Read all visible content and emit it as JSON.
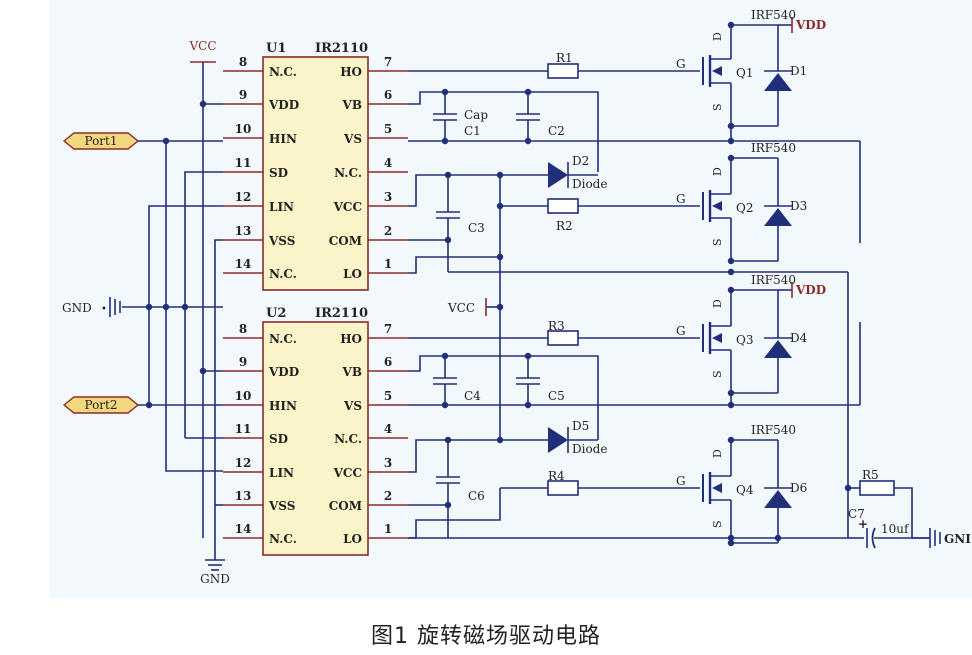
{
  "colors": {
    "background": "#f3f8fc",
    "wire": "#1f2f7a",
    "chip_fill": "#fbf4c8",
    "chip_border": "#8a2b2b",
    "pin": "#8a2b2b",
    "text": "#222222",
    "power": "#8a2b2b",
    "port_fill": "#f2d87c"
  },
  "caption": "图1 旋转磁场驱动电路",
  "chips": [
    {
      "ref": "U1",
      "part": "IR2110",
      "left_pins": [
        {
          "num": "8",
          "name": "N.C."
        },
        {
          "num": "9",
          "name": "VDD"
        },
        {
          "num": "10",
          "name": "HIN"
        },
        {
          "num": "11",
          "name": "SD"
        },
        {
          "num": "12",
          "name": "LIN"
        },
        {
          "num": "13",
          "name": "VSS"
        },
        {
          "num": "14",
          "name": "N.C."
        }
      ],
      "right_pins": [
        {
          "num": "7",
          "name": "HO"
        },
        {
          "num": "6",
          "name": "VB"
        },
        {
          "num": "5",
          "name": "VS"
        },
        {
          "num": "4",
          "name": "N.C."
        },
        {
          "num": "3",
          "name": "VCC"
        },
        {
          "num": "2",
          "name": "COM"
        },
        {
          "num": "1",
          "name": "LO"
        }
      ]
    },
    {
      "ref": "U2",
      "part": "IR2110",
      "left_pins": [
        {
          "num": "8",
          "name": "N.C."
        },
        {
          "num": "9",
          "name": "VDD"
        },
        {
          "num": "10",
          "name": "HIN"
        },
        {
          "num": "11",
          "name": "SD"
        },
        {
          "num": "12",
          "name": "LIN"
        },
        {
          "num": "13",
          "name": "VSS"
        },
        {
          "num": "14",
          "name": "N.C."
        }
      ],
      "right_pins": [
        {
          "num": "7",
          "name": "HO"
        },
        {
          "num": "6",
          "name": "VB"
        },
        {
          "num": "5",
          "name": "VS"
        },
        {
          "num": "4",
          "name": "N.C."
        },
        {
          "num": "3",
          "name": "VCC"
        },
        {
          "num": "2",
          "name": "COM"
        },
        {
          "num": "1",
          "name": "LO"
        }
      ]
    }
  ],
  "ports": [
    "Port1",
    "Port2"
  ],
  "power_labels": {
    "vcc_top": "VCC",
    "vcc_mid": "VCC",
    "vdd_1": "VDD",
    "vdd_2": "VDD",
    "gnd_left": "GND",
    "gnd_bottom": "GND",
    "gnd_right": "GNI"
  },
  "resistors": [
    "R1",
    "R2",
    "R3",
    "R4",
    "R5"
  ],
  "capacitors": [
    {
      "ref": "C1",
      "extra": "Cap"
    },
    {
      "ref": "C2",
      "extra": ""
    },
    {
      "ref": "C3",
      "extra": ""
    },
    {
      "ref": "C4",
      "extra": ""
    },
    {
      "ref": "C5",
      "extra": ""
    },
    {
      "ref": "C6",
      "extra": ""
    },
    {
      "ref": "C7",
      "extra": "10uf"
    }
  ],
  "diodes": [
    {
      "ref": "D2",
      "label": "Diode"
    },
    {
      "ref": "D5",
      "label": "Diode"
    },
    {
      "ref": "D1",
      "label": ""
    },
    {
      "ref": "D3",
      "label": ""
    },
    {
      "ref": "D4",
      "label": ""
    },
    {
      "ref": "D6",
      "label": ""
    }
  ],
  "mosfets": [
    {
      "ref": "Q1",
      "part": "IRF540"
    },
    {
      "ref": "Q2",
      "part": "IRF540"
    },
    {
      "ref": "Q3",
      "part": "IRF540"
    },
    {
      "ref": "Q4",
      "part": "IRF540"
    }
  ],
  "fet_pin_labels": {
    "gate": "G",
    "drain": "D",
    "source": "S"
  },
  "polarity_plus": "+"
}
